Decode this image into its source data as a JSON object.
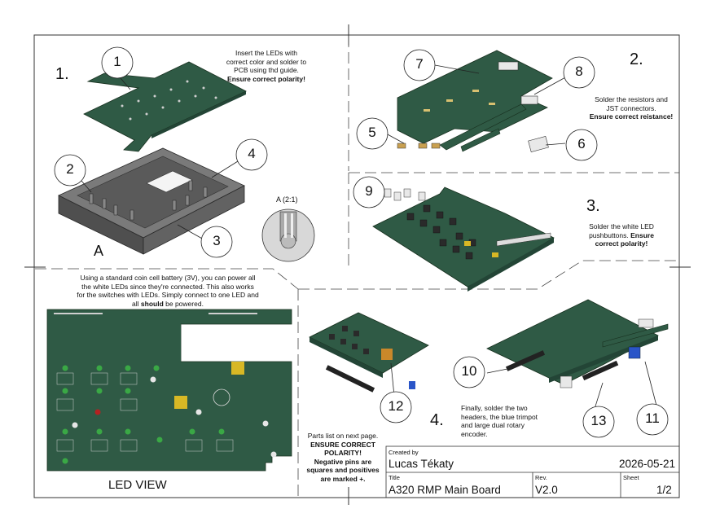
{
  "steps": {
    "s1": {
      "number": "1.",
      "line1": "Insert the LEDs with",
      "line2": "correct color and solder to",
      "line3": "PCB using thd guide.",
      "bold": "Ensure correct polarity!"
    },
    "s2": {
      "number": "2.",
      "line1": "Solder the resistors and",
      "line2": "JST connectors.",
      "bold": "Ensure correct reistance!"
    },
    "s3": {
      "number": "3.",
      "line1": "Solder the white LED",
      "line2a": "pushbuttons. ",
      "bold_a": "Ensure",
      "bold_b": "correct polarity!"
    },
    "s4": {
      "number": "4.",
      "line1": "Finally, solder the two",
      "line2": "headers, the blue trimpot",
      "line3": "and large dual rotary",
      "line4": "encoder."
    }
  },
  "battery_note": {
    "line1": "Using a standard coin cell battery (3V), you can power all",
    "line2": "the white LEDs since they're connected. This also works",
    "line3": "for the switches with LEDs. Simply connect to one LED and",
    "line4a": "all ",
    "line4b": "should",
    "line4c": " be powered."
  },
  "parts_note": {
    "line1": "Parts list on next page.",
    "line2": "ENSURE CORRECT",
    "line3": "POLARITY!",
    "line4": "Negative pins are",
    "line5": "squares and positives",
    "line6": "are marked +."
  },
  "detail_label": "A (2:1)",
  "view_marker": "A",
  "led_view_label": "LED VIEW",
  "callouts": [
    "1",
    "2",
    "3",
    "4",
    "5",
    "6",
    "7",
    "8",
    "9",
    "10",
    "11",
    "12",
    "13"
  ],
  "title_block": {
    "created_by_label": "Created by",
    "author": "Lucas Tékaty",
    "date": "2026-05-21",
    "title_label": "Title",
    "title": "A320 RMP Main Board",
    "rev_label": "Rev.",
    "rev": "V2.0",
    "sheet_label": "Sheet",
    "sheet": "1/2"
  },
  "colors": {
    "pcb": "#2f5a45",
    "pcb_dark": "#234536",
    "case": "#5e5e5e",
    "frame": "#333333",
    "connector": "#e8e8e8",
    "trimpot": "#2a55c8",
    "led_white": "#e6e6e6",
    "led_green": "#3aa845",
    "switch_yellow": "#d8b825"
  }
}
